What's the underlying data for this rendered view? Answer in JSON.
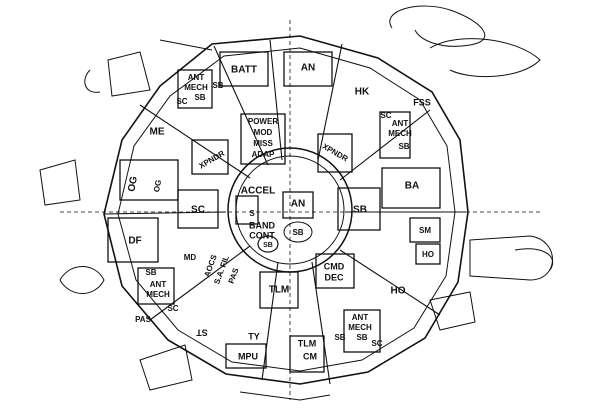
{
  "components": {
    "batt": "BATT",
    "an_top": "AN",
    "hk": "HK",
    "fss": "FSS",
    "ant_mech_sb_tl": [
      "ANT",
      "MECH",
      "SB"
    ],
    "sc_tl": "SC",
    "sb_tl": "SB",
    "me": "ME",
    "power": [
      "POWER",
      "MOD",
      "MISS",
      "ADAP"
    ],
    "xpndr_left": "XPNDR",
    "xpndr_right": "XPNDR",
    "ant_mech_right": [
      "SC",
      "ANT",
      "MECH",
      "SB"
    ],
    "og": "OG",
    "og_small": "OG",
    "ba": "BA",
    "sc_left": "SC",
    "accel": "ACCEL",
    "an_center": "AN",
    "s_center": "S",
    "band_cont": [
      "BAND",
      "CONT"
    ],
    "sb_center": "SB",
    "sb_circle": "SB",
    "sb_right": "SB",
    "df": "DF",
    "sm": "SM",
    "ho_right": "HO",
    "md": "MD",
    "aocs": [
      "AOCS",
      "S.A. FIL",
      "PAS"
    ],
    "sb_left": "SB",
    "ant_mech_left": [
      "ANT",
      "MECH"
    ],
    "sc_left_low": "SC",
    "pas": "PAS",
    "tlm": "TLM",
    "cmd_dec": [
      "CMD",
      "DEC"
    ],
    "ho_bottom": "HO",
    "st": "ST",
    "ty": "TY",
    "mpu": "MPU",
    "tlm_cm": [
      "TLM",
      "CM"
    ],
    "sb_bottom": "SB",
    "ant_mech_sb_br": [
      "ANT",
      "MECH",
      "SB"
    ],
    "sc_br": "SC"
  }
}
